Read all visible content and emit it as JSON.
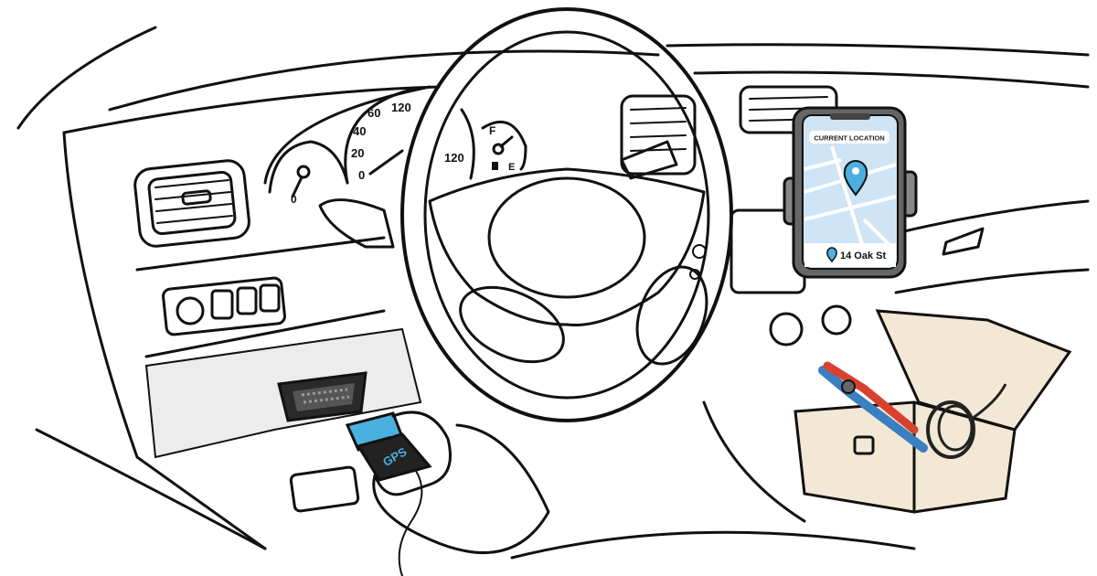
{
  "gauges": {
    "tachometer": {
      "labels": [
        "0"
      ]
    },
    "speedometer": {
      "labels": [
        "0",
        "20",
        "40",
        "60",
        "120"
      ]
    },
    "right_gauge": {
      "labels": [
        "120"
      ]
    },
    "fuel": {
      "full": "F",
      "empty": "E"
    }
  },
  "phone": {
    "header": "CURRENT LOCATION",
    "address": "14 Oak St",
    "icons": [
      "map-pin-icon",
      "location-pin-icon"
    ]
  },
  "gps_device": {
    "label": "GPS"
  },
  "colors": {
    "accent_blue": "#4ab0e0",
    "map_bg": "#cfe4f4",
    "toolbox": "#f2e8d5",
    "pliers_red": "#d9412f",
    "pliers_blue": "#3a7fc0",
    "device_black": "#222222"
  }
}
